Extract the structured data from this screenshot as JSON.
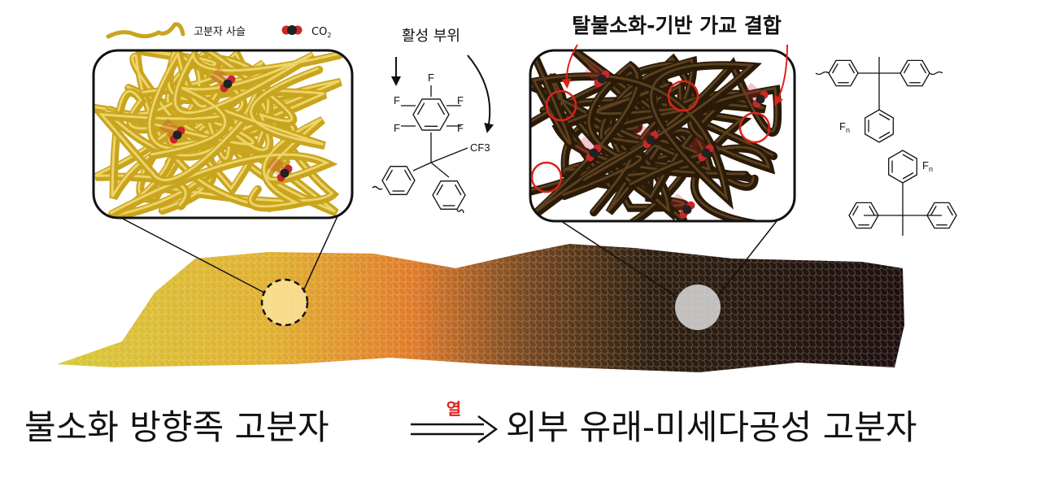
{
  "legend": {
    "chain_label": "고분자 사슬",
    "co2_label": "CO",
    "co2_subscript": "2"
  },
  "active_site_label": "활성 부위",
  "crosslink_label": "탈불소화-기반 가교 결합",
  "chem_left": {
    "f_labels": [
      "F",
      "F",
      "F",
      "F",
      "F"
    ],
    "cf3_label": "CF3"
  },
  "chem_right": {
    "fn_label": "F",
    "fn_subscript": "n"
  },
  "bottom": {
    "left_title": "불소화 방향족 고분자",
    "heat_label": "열",
    "right_title": "외부 유래-미세다공성 고분자"
  },
  "colors": {
    "chain_gold": "#c9a41e",
    "chain_dark": "#2a1a08",
    "accent_red": "#e0211a",
    "co2_red": "#c8282a"
  }
}
